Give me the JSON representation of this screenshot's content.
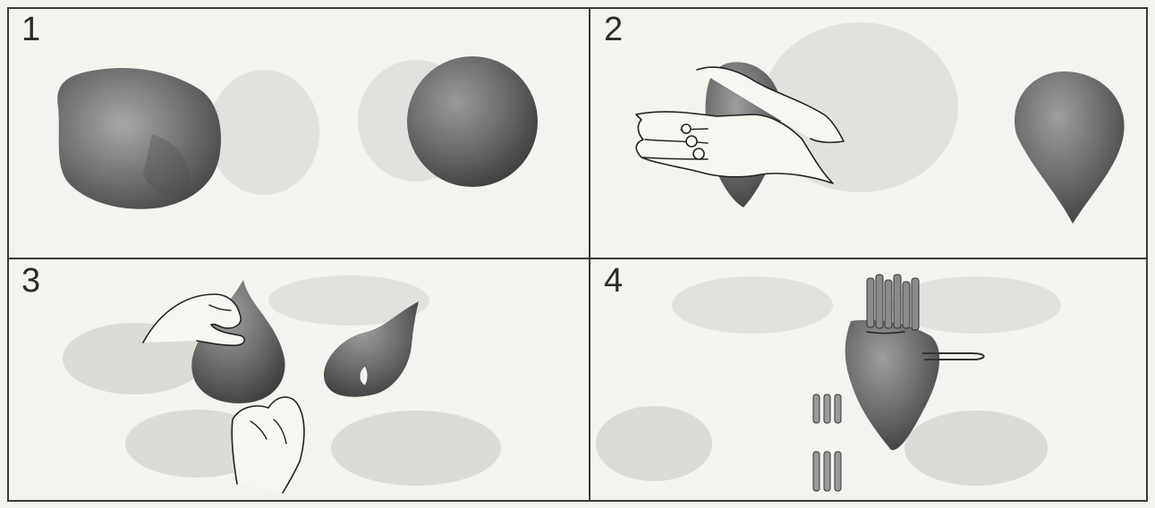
{
  "steps": [
    {
      "number": "1",
      "items": [
        "rough-clay-lump",
        "smooth-clay-ball"
      ]
    },
    {
      "number": "2",
      "items": [
        "hands-rolling-ball",
        "teardrop-shape"
      ]
    },
    {
      "number": "3",
      "items": [
        "hands-pinching-tip",
        "pointed-teardrop"
      ]
    },
    {
      "number": "4",
      "items": [
        "beet-with-stems",
        "stem-rolls"
      ]
    }
  ],
  "colors": {
    "background": "#f3f2ec",
    "rule": "#3a3a3a",
    "clay": "#6f6f6f"
  }
}
